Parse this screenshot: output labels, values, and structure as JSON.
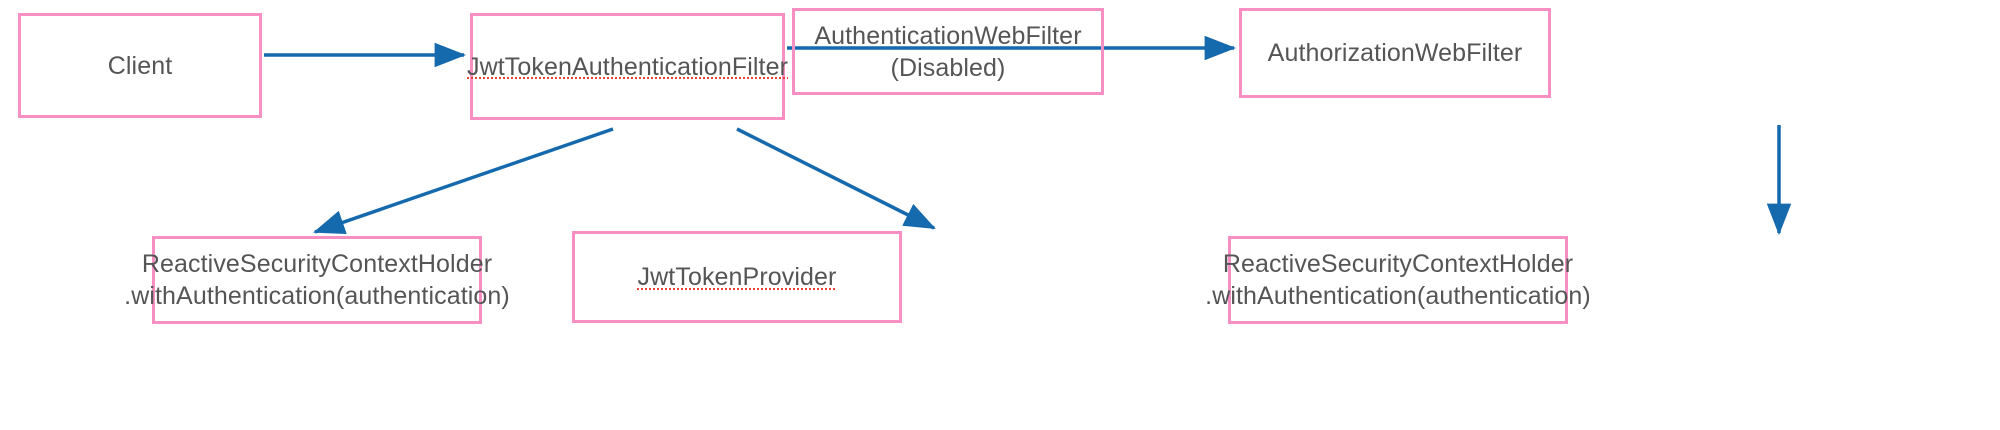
{
  "diagram": {
    "title": "Spring Security reactive filter chain flow",
    "colors": {
      "node_border": "#f78fc2",
      "node_text": "#555555",
      "edge": "#1569ad",
      "spellcheck_underline": "#e8443a",
      "background": "#ffffff"
    },
    "nodes": [
      {
        "id": "client",
        "label": "Client",
        "spellchecked": false
      },
      {
        "id": "jwt-token-authentication-filter",
        "label": "JwtTokenAuthenticationFilter",
        "spellchecked": true
      },
      {
        "id": "authentication-web-filter",
        "label": "AuthenticationWebFilter\n(Disabled)",
        "spellchecked": false
      },
      {
        "id": "authorization-web-filter",
        "label": "AuthorizationWebFilter",
        "spellchecked": false
      },
      {
        "id": "reactive-security-context-holder-left",
        "label": "ReactiveSecurityContextHolder\n.withAuthentication(authentication)",
        "spellchecked": false
      },
      {
        "id": "jwt-token-provider",
        "label": "JwtTokenProvider",
        "spellchecked": true
      },
      {
        "id": "reactive-security-context-holder-right",
        "label": "ReactiveSecurityContextHolder\n.withAuthentication(authentication)",
        "spellchecked": false
      }
    ],
    "edges": [
      {
        "id": "client-to-jwt-filter",
        "from": "client",
        "to": "jwt-token-authentication-filter",
        "style": "straight-right"
      },
      {
        "id": "jwt-filter-to-authz",
        "from": "jwt-token-authentication-filter",
        "to": "authorization-web-filter",
        "style": "straight-right-through-disabled"
      },
      {
        "id": "jwt-filter-to-rsch-left",
        "from": "jwt-token-authentication-filter",
        "to": "reactive-security-context-holder-left",
        "style": "diagonal-down-left"
      },
      {
        "id": "jwt-filter-to-jwt-provider",
        "from": "jwt-token-authentication-filter",
        "to": "jwt-token-provider",
        "style": "diagonal-down-right"
      },
      {
        "id": "authz-to-rsch-right",
        "from": "authorization-web-filter",
        "to": "reactive-security-context-holder-right",
        "style": "straight-down"
      }
    ]
  }
}
